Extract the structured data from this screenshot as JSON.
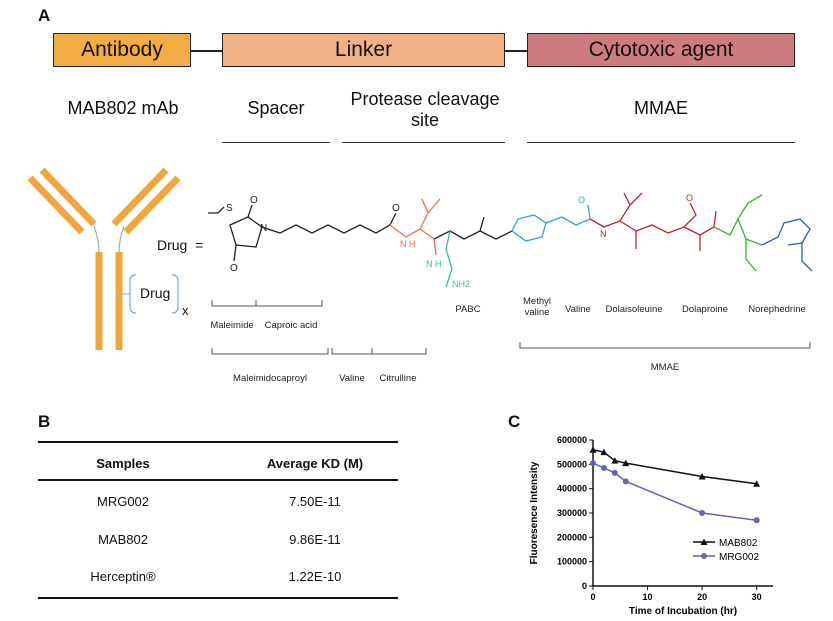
{
  "panels": {
    "a": "A",
    "b": "B",
    "c": "C"
  },
  "adc_boxes": {
    "antibody": "Antibody",
    "linker": "Linker",
    "payload": "Cytotoxic agent"
  },
  "section_labels": {
    "antibody": "MAB802 mAb",
    "spacer": "Spacer",
    "cleavage": "Protease cleavage site",
    "payload": "MMAE"
  },
  "structure": {
    "drug_eq": "Drug  =",
    "drug_box": "Drug",
    "drug_subscript": "x",
    "atoms": {
      "S": "S",
      "O": "O",
      "N": "N",
      "NH": "N H",
      "NH2": "NH2"
    },
    "fragments": [
      "Maleimide",
      "Caproic acid",
      "Maleimidocaproyl",
      "Valine",
      "Citrulline",
      "PABC",
      "Methyl valine",
      "Valine",
      "Dolaisoleuine",
      "Dolaproine",
      "Norephedrine",
      "MMAE"
    ],
    "colors": {
      "linker_ring": "#3aa0c9",
      "valine": "#e8705a",
      "citrulline": "#45b98b",
      "mmae": "#c21f30",
      "dolaisoleuine": "#46a83c",
      "dolaproine": "#2a5fb0",
      "norephedrine": "#a0329a",
      "antibody": "#f0a540"
    }
  },
  "table": {
    "headers": [
      "Samples",
      "Average KD (M)"
    ],
    "rows": [
      [
        "MRG002",
        "7.50E-11"
      ],
      [
        "MAB802",
        "9.86E-11"
      ],
      [
        "Herceptin®",
        "1.22E-10"
      ]
    ]
  },
  "chart_data": {
    "type": "line",
    "title": "",
    "xlabel": "Time of Incubation (hr)",
    "ylabel": "Fluoresence Intensity",
    "xlim": [
      0,
      33
    ],
    "ylim": [
      0,
      600000
    ],
    "xticks": [
      0,
      10,
      20,
      30
    ],
    "yticks": [
      "0",
      "100000",
      "200000",
      "300000",
      "400000",
      "500000",
      "600000"
    ],
    "legend_position": "bottom-right",
    "series": [
      {
        "name": "MAB802",
        "marker": "triangle",
        "color": "#111111",
        "x": [
          0,
          2,
          4,
          6,
          20,
          30
        ],
        "y": [
          560000,
          550000,
          515000,
          505000,
          450000,
          420000
        ]
      },
      {
        "name": "MRG002",
        "marker": "circle",
        "color": "#6466b0",
        "x": [
          0,
          2,
          4,
          6,
          20,
          30
        ],
        "y": [
          505000,
          485000,
          465000,
          430000,
          300000,
          270000
        ]
      }
    ]
  }
}
